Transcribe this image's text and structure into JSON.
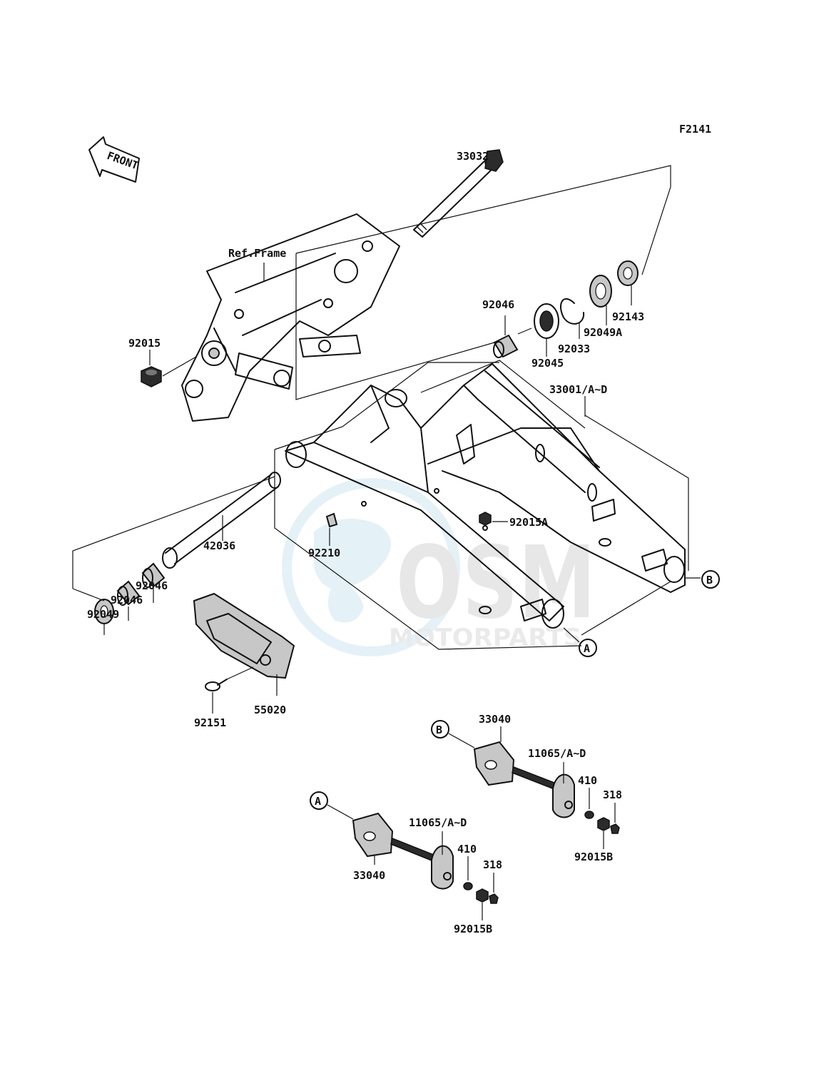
{
  "diagram": {
    "figure_code": "F2141",
    "direction_label": "FRONT",
    "ref_frame_label": "Ref.Frame",
    "callouts": {
      "a": "A",
      "b": "B"
    },
    "watermark": {
      "brand": "OSM",
      "subtitle": "MOTORPARTS",
      "color": "#cfe6f2"
    },
    "parts": [
      {
        "id": "p33032",
        "number": "33032"
      },
      {
        "id": "p92015",
        "number": "92015"
      },
      {
        "id": "p92046a",
        "number": "92046"
      },
      {
        "id": "p92045",
        "number": "92045"
      },
      {
        "id": "p92033",
        "number": "92033"
      },
      {
        "id": "p92049A",
        "number": "92049A"
      },
      {
        "id": "p92143",
        "number": "92143"
      },
      {
        "id": "p33001",
        "number": "33001/A~D"
      },
      {
        "id": "p92015A",
        "number": "92015A"
      },
      {
        "id": "p42036",
        "number": "42036"
      },
      {
        "id": "p92210",
        "number": "92210"
      },
      {
        "id": "p92046b",
        "number": "92046"
      },
      {
        "id": "p92046c",
        "number": "92046"
      },
      {
        "id": "p92049",
        "number": "92049"
      },
      {
        "id": "p55020",
        "number": "55020"
      },
      {
        "id": "p92151",
        "number": "92151"
      },
      {
        "id": "p33040a",
        "number": "33040"
      },
      {
        "id": "p11065a",
        "number": "11065/A~D"
      },
      {
        "id": "p410a",
        "number": "410"
      },
      {
        "id": "p318a",
        "number": "318"
      },
      {
        "id": "p92015Ba",
        "number": "92015B"
      },
      {
        "id": "p33040b",
        "number": "33040"
      },
      {
        "id": "p11065b",
        "number": "11065/A~D"
      },
      {
        "id": "p410b",
        "number": "410"
      },
      {
        "id": "p318b",
        "number": "318"
      },
      {
        "id": "p92015Bb",
        "number": "92015B"
      }
    ]
  }
}
